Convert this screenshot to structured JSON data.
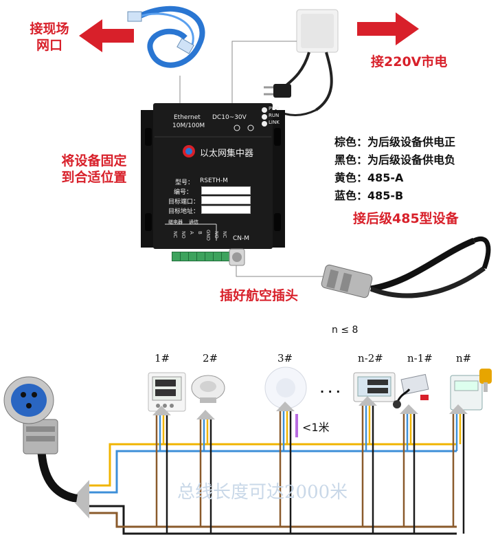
{
  "labels": {
    "connect_site_network": [
      "接现场",
      "网口"
    ],
    "connect_power": "接220V市电",
    "fix_device": [
      "将设备固定",
      "到合适位置"
    ],
    "connect_485_device": "接后级485型设备",
    "plug_connector": "插好航空插头",
    "bus_length": "总线长度可达2000米",
    "max_nodes": "n ≤ 8",
    "dist_note": "<1米",
    "ellipsis": "· · ·"
  },
  "wire_colors_legend": [
    "棕色：为后级设备供电正",
    "黑色：为后级设备供电负",
    "黄色：485-A",
    "蓝色：485-B"
  ],
  "device": {
    "ethernet_label": "Ethernet",
    "speed_label": "10M/100M",
    "dc_label": "DC10~30V",
    "leds": [
      "PWR",
      "RUN",
      "LINK"
    ],
    "title": "以太网集中器",
    "fields": [
      {
        "label": "型号：",
        "value": "RSETH-M"
      },
      {
        "label": "编号：",
        "value": ""
      },
      {
        "label": "目标端口：",
        "value": ""
      },
      {
        "label": "目标地址：",
        "value": ""
      }
    ],
    "relay_label": "继电器",
    "comm_label": "通信",
    "pins": [
      "NC",
      "NO",
      "A",
      "B",
      "GND",
      "NO",
      "NC"
    ],
    "cn_label": "CN-M"
  },
  "nodes": [
    "1#",
    "2#",
    "3#",
    "n-2#",
    "n-1#",
    "n#"
  ],
  "colors": {
    "arrow_red": "#d8202a",
    "wire_brown": "#8a5a2b",
    "wire_black": "#1a1a1a",
    "wire_yellow": "#f0b400",
    "wire_blue": "#3d8fd8",
    "device_body": "#1b1b1b",
    "terminal_green": "#3da35d",
    "cable_blue": "#2a76d2"
  }
}
